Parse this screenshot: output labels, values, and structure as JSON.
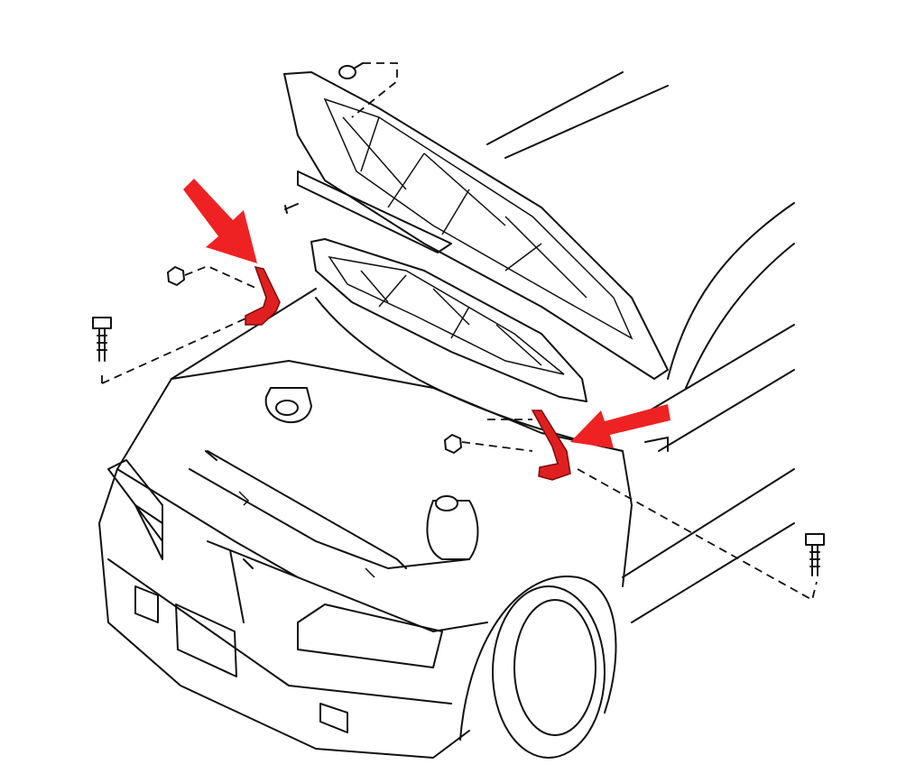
{
  "diagram": {
    "subject": "hood-hinge-location",
    "colors": {
      "line": "#111111",
      "highlight": "#e02020",
      "background": "#ffffff"
    },
    "icons": [
      "arrow-left-hinge",
      "arrow-right-hinge",
      "hinge-left",
      "hinge-right",
      "bolt",
      "nut"
    ]
  }
}
